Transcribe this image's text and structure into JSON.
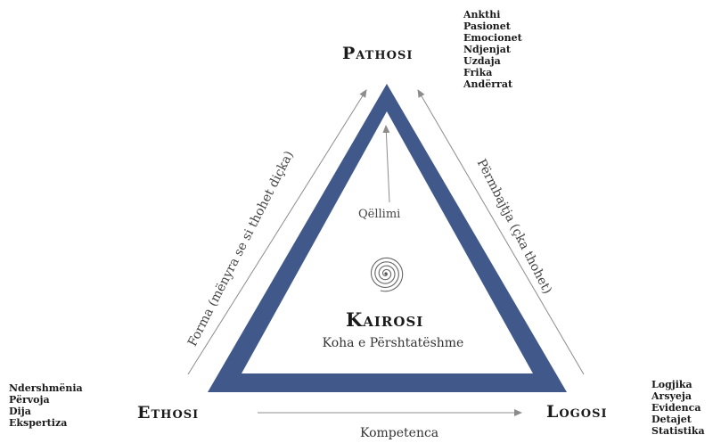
{
  "diagram": {
    "nodes": {
      "pathosi": "Pathosi",
      "ethosi": "Ethosi",
      "logosi": "Logosi",
      "kairosi": "Kairosi"
    },
    "kairosi_subtitle": "Koha e Përshtatëshme",
    "goal_label": "Qëllimi",
    "edges": {
      "left": "Forma (mënyra se si thohet diçka)",
      "right": "Përmbajtja (çka thohet)",
      "bottom": "Kompetenca"
    },
    "lists": {
      "pathosi": [
        "Ankthi",
        "Pasionet",
        "Emocionet",
        "Ndjenjat",
        "Uzdaja",
        "Frika",
        "Andërrat"
      ],
      "ethosi": [
        "Ndershmënia",
        "Përvoja",
        "Dija",
        "Ekspertiza"
      ],
      "logosi": [
        "Logjika",
        "Arsyeja",
        "Evidenca",
        "Detajet",
        "Statistika"
      ]
    },
    "colors": {
      "triangle": "#40598a",
      "arrows": "#8c8c8c",
      "text": "#1a1a1a"
    },
    "icons": [
      "spiral-icon"
    ]
  }
}
